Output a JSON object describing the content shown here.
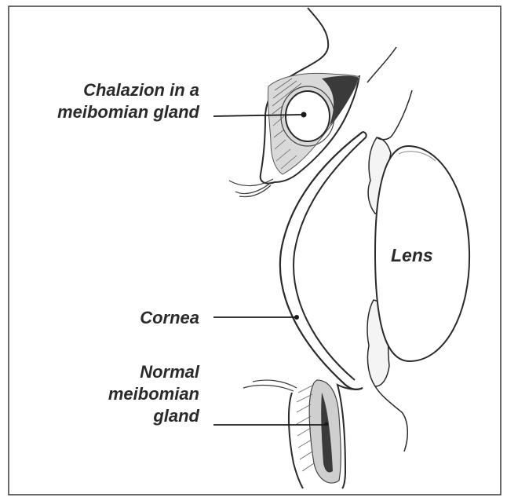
{
  "labels": {
    "chalazion_line1": "Chalazion in a",
    "chalazion_line2": "meibomian gland",
    "lens": "Lens",
    "cornea": "Cornea",
    "normal_line1": "Normal",
    "normal_line2": "meibomian",
    "normal_line3": "gland"
  }
}
